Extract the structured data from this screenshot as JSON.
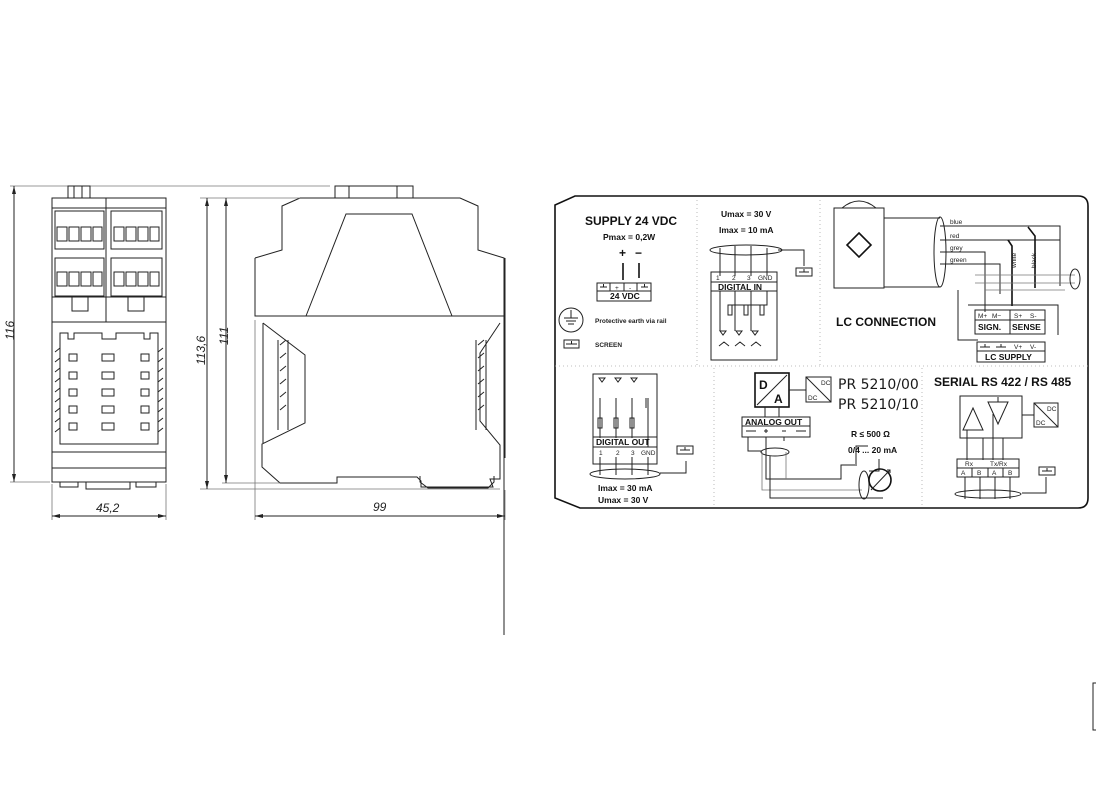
{
  "dimensions": {
    "height_total": "116",
    "height_side": "113,6",
    "height_inner": "111",
    "width_front": "45,2",
    "depth_side": "99"
  },
  "supply": {
    "title": "SUPPLY 24 VDC",
    "pmax": "Pmax = 0,2W",
    "plus": "+",
    "minus": "−",
    "terminal_plus": "+",
    "terminal_minus": "-",
    "terminal_label": "24 VDC",
    "legend_earth": "Protective earth via rail",
    "legend_screen": "SCREEN"
  },
  "digital_in": {
    "umax": "Umax = 30 V",
    "imax": "Imax = 10 mA",
    "terminals": [
      "1",
      "2",
      "3",
      "GND"
    ],
    "label": "DIGITAL IN"
  },
  "lc": {
    "title": "LC CONNECTION",
    "wires": [
      "blue",
      "red",
      "grey",
      "green",
      "white",
      "black"
    ],
    "sense_terminals": [
      "M+",
      "M−",
      "S+",
      "S-"
    ],
    "sense_label_left": "SIGN.",
    "sense_label_right": "SENSE",
    "supply_terminals": [
      "V+",
      "V-"
    ],
    "supply_label": "LC SUPPLY"
  },
  "digital_out": {
    "label": "DIGITAL OUT",
    "terminals": [
      "1",
      "2",
      "3",
      "GND"
    ],
    "imax": "Imax = 30 mA",
    "umax": "Umax = 30 V"
  },
  "analog": {
    "d": "D",
    "a": "A",
    "dc1": "DC",
    "dc2": "DC",
    "model1": "PR 5210/00",
    "model2": "PR 5210/10",
    "label": "ANALOG OUT",
    "r": "R ≤ 500 Ω",
    "range": "0/4 ... 20 mA"
  },
  "serial": {
    "title": "SERIAL RS 422 / RS 485",
    "rx": "Rx",
    "txrx": "Tx/Rx",
    "terminals": [
      "A",
      "B",
      "A",
      "B"
    ],
    "dc1": "DC",
    "dc2": "DC"
  }
}
